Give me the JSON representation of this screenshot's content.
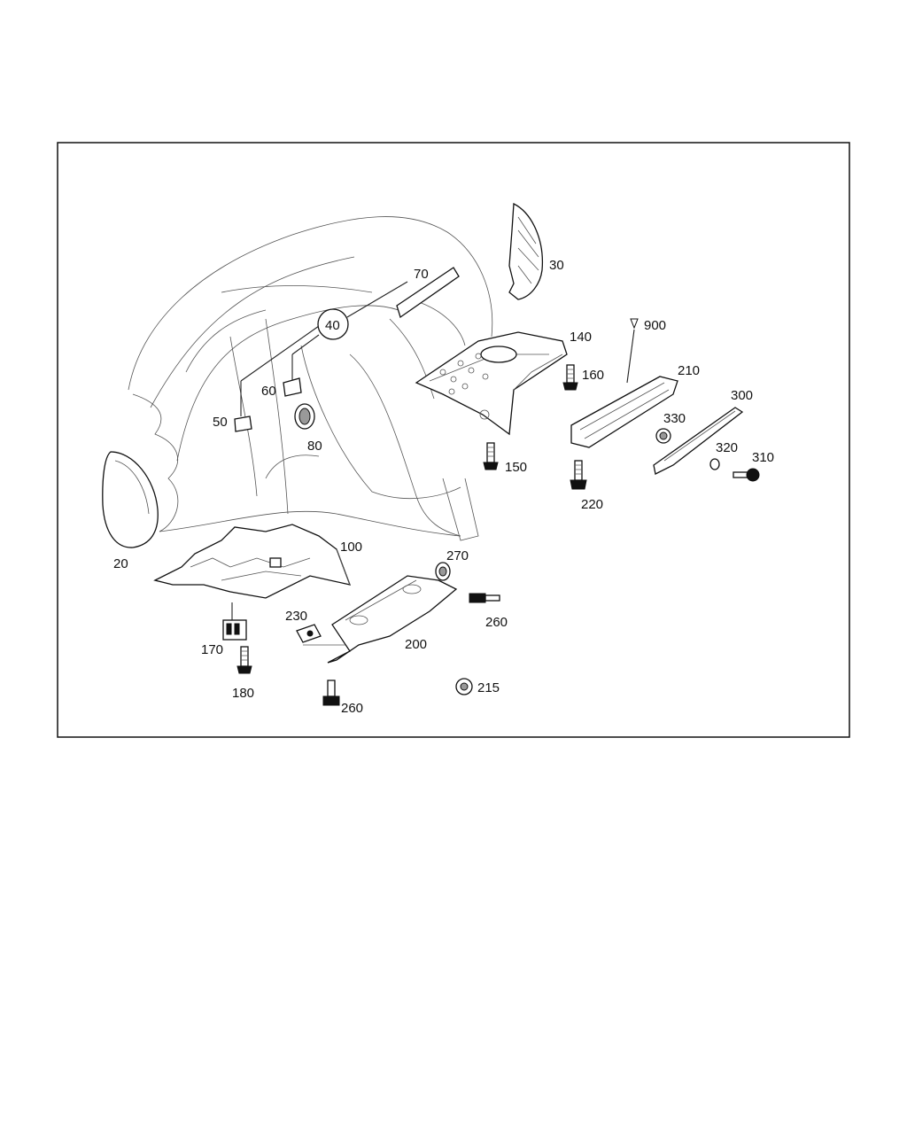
{
  "callouts": {
    "c20": "20",
    "c30": "30",
    "c40": "40",
    "c50": "50",
    "c60": "60",
    "c70": "70",
    "c80": "80",
    "c100": "100",
    "c140": "140",
    "c150": "150",
    "c160": "160",
    "c170": "170",
    "c180": "180",
    "c200": "200",
    "c210": "210",
    "c215": "215",
    "c220": "220",
    "c230": "230",
    "c260a": "260",
    "c260b": "260",
    "c270": "270",
    "c300": "300",
    "c310": "310",
    "c320": "320",
    "c330": "330",
    "c900": "900"
  },
  "colors": {
    "line": "#111111",
    "background": "#ffffff"
  }
}
